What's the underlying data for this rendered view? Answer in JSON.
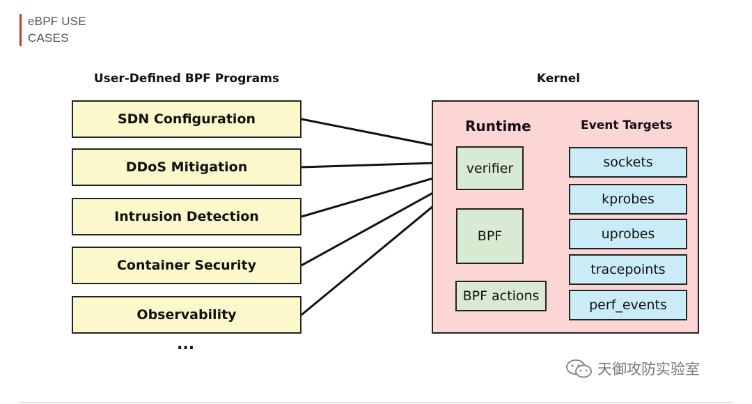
{
  "header": {
    "title": "eBPF USE CASES"
  },
  "user_programs": {
    "heading": "User-Defined BPF Programs",
    "items": [
      {
        "label": "SDN Configuration"
      },
      {
        "label": "DDoS Mitigation"
      },
      {
        "label": "Intrusion Detection"
      },
      {
        "label": "Container Security"
      },
      {
        "label": "Observability"
      }
    ],
    "more": "..."
  },
  "kernel": {
    "heading": "Kernel",
    "runtime_heading": "Runtime",
    "event_targets_heading": "Event Targets",
    "verifier": "verifier",
    "bpf": "BPF",
    "bpf_actions": "BPF actions",
    "targets": [
      {
        "label": "sockets"
      },
      {
        "label": "kprobes"
      },
      {
        "label": "uprobes"
      },
      {
        "label": "tracepoints"
      },
      {
        "label": "perf_events"
      }
    ]
  },
  "watermark": {
    "text": "天御攻防实验室",
    "icon": "wechat-icon"
  },
  "colors": {
    "accent": "#c0392b",
    "program_fill": "#fbf8cc",
    "kernel_fill": "#fcd5d5",
    "runtime_fill": "#d9ead3",
    "target_fill": "#c9ecf7"
  }
}
